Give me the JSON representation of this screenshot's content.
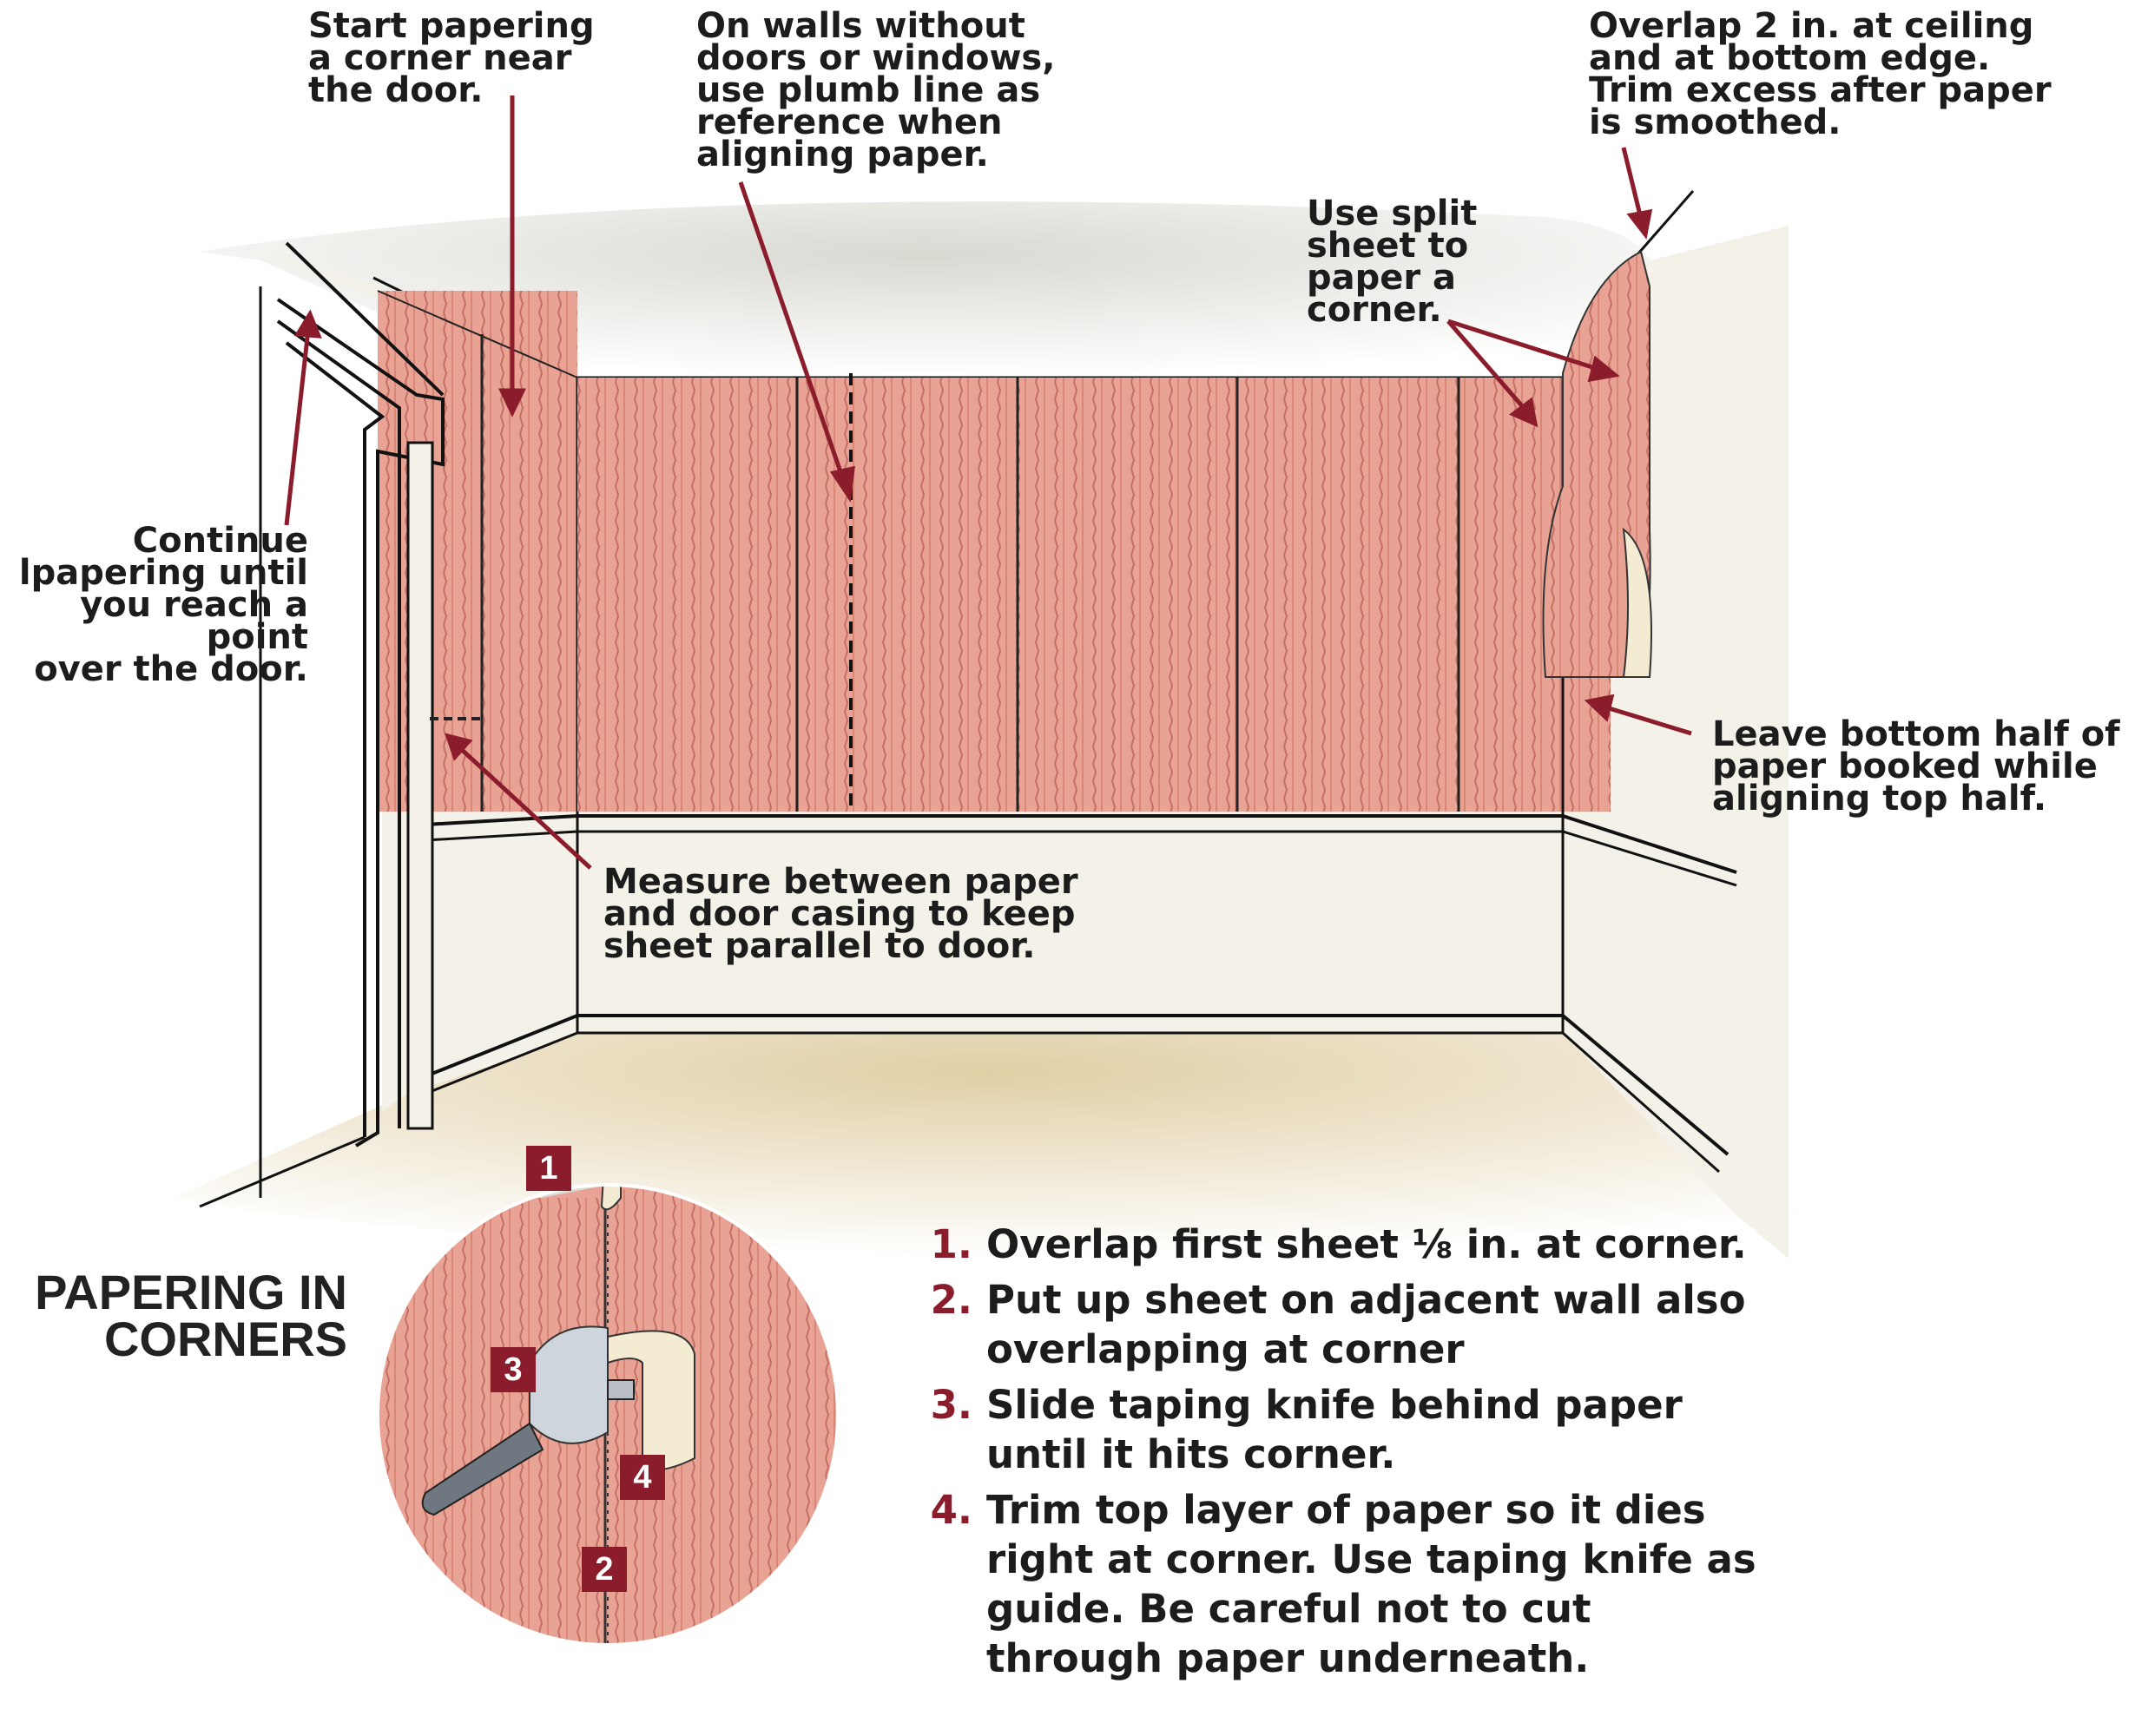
{
  "colors": {
    "accent": "#8a1c2b",
    "wallpaper": "#e8a395",
    "wall": "#f4f1e8",
    "ceiling": "#d8d8d1",
    "floor": "#e2d3ae"
  },
  "callouts": {
    "start_papering": "Start papering\na corner near\nthe door.",
    "plumb_line": "On walls without\ndoors or windows,\nuse plumb line as\nreference when\naligning paper.",
    "overlap_ceiling": "Overlap 2 in. at ceiling\nand at bottom edge.\nTrim excess after paper\nis smoothed.",
    "split_sheet": "Use split\nsheet to\npaper a\ncorner.",
    "continue_papering": "Continue\nlpapering until\nyou reach a point\nover the door.",
    "leave_bottom": "Leave bottom half of\npaper booked while\naligning top half.",
    "measure": "Measure between paper\nand door casing to keep\nsheet parallel to door."
  },
  "inset": {
    "heading": "PAPERING IN\nCORNERS",
    "badges": [
      "1",
      "2",
      "3",
      "4"
    ]
  },
  "steps": [
    {
      "num": "1.",
      "text": "Overlap first sheet ⅛ in. at corner."
    },
    {
      "num": "2.",
      "text": "Put up sheet on adjacent wall also overlapping at corner"
    },
    {
      "num": "3.",
      "text": "Slide taping knife behind paper until it hits corner."
    },
    {
      "num": "4.",
      "text": "Trim top layer of paper so it dies right at corner. Use taping knife as guide. Be careful not to cut through paper underneath."
    }
  ]
}
